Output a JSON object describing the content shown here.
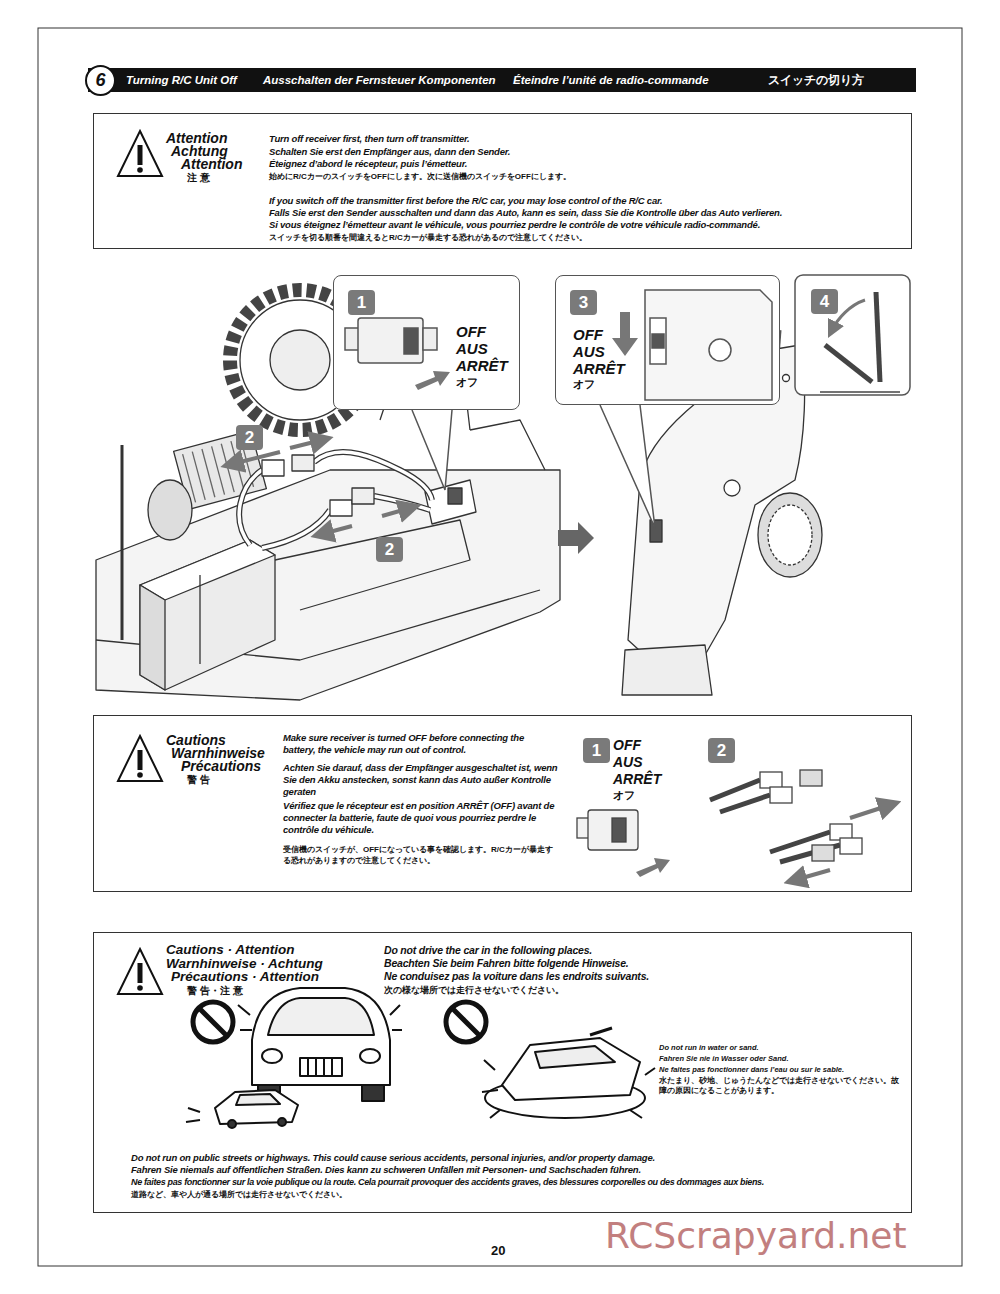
{
  "diagram": {
    "nodes": [
      {
        "text": [
          "Turning R/C Unit Off",
          "Ausschalten der Fernsteuer Komponenten",
          "Éteindre l’unité de radio-commande",
          "スイッチの切り方"
        ]
      },
      {
        "text": [
          "6"
        ],
        "in": 0
      },
      {
        "text": [
          "Attention",
          "Achtung",
          "Attention",
          "注 意",
          "Turn off receiver first, then turn off transmitter.",
          "Schalten Sie erst den Empfänger aus, dann den Sender.",
          "Éteignez d’abord le récepteur, puis l’émetteur.",
          "始めにR/CカーのスイッチをOFFにします。次に送信機のスイッチをOFFにします。",
          "If you switch off the transmitter first before the R/C car, you may lose control of the R/C car.",
          "Falls Sie erst den Sender ausschalten und dann das Auto, kann es sein, dass Sie die Kontrolle über das Auto verlieren.",
          "Si vous éteignez l’émetteur avant le véhicule, vous pourriez perdre le contrôle de votre véhicule radio-commandé.",
          "スイッチを切る順番を間違えるとR/Cカーが暴走する恐れがあるので注意してください。"
        ]
      },
      {
        "text": [
          "OFF",
          "AUS",
          "ARRÊT",
          "オフ"
        ]
      },
      {
        "text": [
          "1"
        ],
        "in": 3
      },
      {
        "text": [
          "OFF",
          "AUS",
          "ARRÊT",
          "オフ"
        ]
      },
      {
        "text": [
          "3"
        ],
        "in": 5
      },
      {
        "text": [
          "4"
        ]
      },
      {
        "text": [
          "2"
        ]
      },
      {
        "text": [
          "2"
        ]
      },
      {
        "text": [
          "Cautions",
          "Warnhinweise",
          "Précautions",
          "警 告",
          "Make sure receiver is turned OFF before connecting the battery, the vehicle may run out of control.",
          "Achten Sie darauf, dass der Empfänger ausgeschaltet ist, wenn Sie den Akku anstecken, sonst kann das Auto außer Kontrolle geraten",
          "Vérifiez que le récepteur est en position ARRÊT (OFF) avant de connecter la batterie, faute de quoi vous pourriez perdre le contrôle du véhicule.",
          "受信機のスイッチが、OFFになっている事を確認します。R/Cカーが暴走する恐れがありますので注意してください。"
        ]
      },
      {
        "text": [
          "1"
        ],
        "in": 10
      },
      {
        "text": [
          "2"
        ],
        "in": 10
      },
      {
        "text": [
          "Cautions · Attention",
          "Warnhinweise · Achtung",
          "Précautions · Attention",
          "警 告・注 意",
          "Do not drive the car in the following places.",
          "Beachten Sie beim Fahren bitte folgende Hinweise.",
          "Ne conduisez pas la voiture dans les endroits suivants.",
          "次の様な場所では走行させないでください。",
          "Do not run in water or sand.",
          "Fahren Sie nie in Wasser oder Sand.",
          "Ne faites pas fonctionner dans l’eau ou sur le sable.",
          "水たまり、砂地、じゅうたんなどでは走行させないでください。故障の原因になることがあります。",
          "Do not run on public streets or highways. This could cause serious accidents, personal injuries, and/or property damage.",
          "Fahren Sie niemals auf öffentlichen Straßen. Dies kann zu schweren Unfällen mit Personen- und Sachschaden führen.",
          "Ne faites pas fonctionner sur la voie publique ou la route. Cela pourrait provoquer des accidents graves, des blessures corporelles ou des dommages aux biens.",
          "道路など、車や人が通る場所では走行させないでください。"
        ]
      }
    ],
    "labels": [
      "OFF",
      "AUS",
      "ARRÊT",
      "オフ",
      "20",
      "RCScrapyard.net"
    ]
  }
}
